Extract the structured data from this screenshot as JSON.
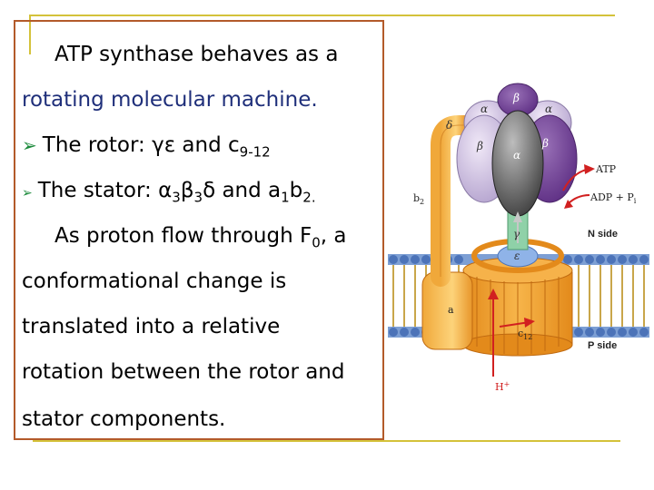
{
  "slide": {
    "line1": "ATP synthase behaves as a",
    "line2": "rotating molecular machine.",
    "rotor_prefix": "The rotor: γε and c",
    "rotor_sub": "9-12",
    "stator_prefix": "The stator: α",
    "stator_sub1": "3",
    "stator_mid1": "β",
    "stator_sub2": "3",
    "stator_mid2": "δ and a",
    "stator_sub3": "1",
    "stator_mid3": "b",
    "stator_sub4": "2.",
    "proton_prefix": "As proton flow through F",
    "proton_sub": "0",
    "proton_suffix": ", a",
    "line6": "conformational change is",
    "line7": "translated into a relative",
    "line8": "rotation between the rotor and",
    "line9": "stator components."
  },
  "diagram": {
    "label_alpha": "α",
    "label_beta": "β",
    "label_delta": "δ",
    "label_gamma": "γ",
    "label_epsilon": "ε",
    "label_atp": "ATP",
    "label_adp": "ADP + P",
    "label_adp_sub": "i",
    "label_b2": "b",
    "label_b2_sub": "2",
    "label_nside": "N side",
    "label_pside": "P side",
    "label_a": "a",
    "label_c12": "c",
    "label_c12_sub": "12",
    "label_h": "H",
    "label_h_sup": "+"
  },
  "colors": {
    "accent_line": "#d4c23a",
    "box_border": "#b35a2a",
    "bullet_arrow": "#1a8a3a",
    "blue_text": "#1f2f7a"
  }
}
